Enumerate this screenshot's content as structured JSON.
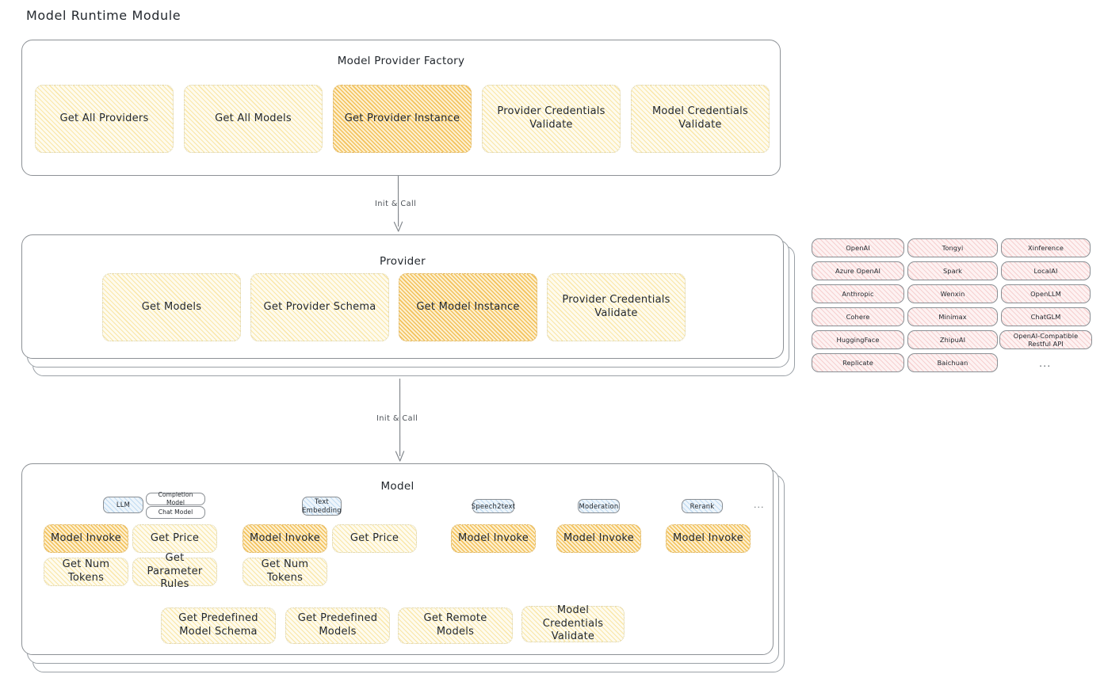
{
  "page": {
    "title": "Model Runtime Module"
  },
  "factory": {
    "title": "Model Provider Factory",
    "nodes": [
      {
        "label": "Get All Providers",
        "highlight": false
      },
      {
        "label": "Get All Models",
        "highlight": false
      },
      {
        "label": "Get Provider Instance",
        "highlight": true
      },
      {
        "label": "Provider Credentials Validate",
        "highlight": false
      },
      {
        "label": "Model Credentials Validate",
        "highlight": false
      }
    ]
  },
  "arrows": [
    {
      "label": "Init & Call"
    },
    {
      "label": "Init & Call"
    }
  ],
  "provider": {
    "title": "Provider",
    "nodes": [
      {
        "label": "Get Models",
        "highlight": false
      },
      {
        "label": "Get Provider Schema",
        "highlight": false
      },
      {
        "label": "Get Model Instance",
        "highlight": true
      },
      {
        "label": "Provider Credentials Validate",
        "highlight": false
      }
    ]
  },
  "provider_list": {
    "ellipsis": "...",
    "columns": [
      {
        "items": [
          "OpenAI",
          "Azure OpenAI",
          "Anthropic",
          "Cohere",
          "HuggingFace",
          "Replicate"
        ]
      },
      {
        "items": [
          "Tongyi",
          "Spark",
          "Wenxin",
          "Minimax",
          "ZhipuAI",
          "Baichuan"
        ]
      },
      {
        "items": [
          "Xinference",
          "LocalAI",
          "OpenLLM",
          "ChatGLM",
          "OpenAI-Compatible Restful API"
        ]
      }
    ]
  },
  "model": {
    "title": "Model",
    "ellipsis": "...",
    "types": [
      {
        "badge": "LLM",
        "sub_badges": [
          "Completion Model",
          "Chat Model"
        ],
        "methods": [
          {
            "label": "Model Invoke",
            "highlight": true
          },
          {
            "label": "Get Price",
            "highlight": false
          },
          {
            "label": "Get Num Tokens",
            "highlight": false
          },
          {
            "label": "Get Parameter Rules",
            "highlight": false
          }
        ]
      },
      {
        "badge": "Text Embedding",
        "sub_badges": [],
        "methods": [
          {
            "label": "Model Invoke",
            "highlight": true
          },
          {
            "label": "Get Price",
            "highlight": false
          },
          {
            "label": "Get Num Tokens",
            "highlight": false
          }
        ]
      },
      {
        "badge": "Speech2text",
        "sub_badges": [],
        "methods": [
          {
            "label": "Model Invoke",
            "highlight": true
          }
        ]
      },
      {
        "badge": "Moderation",
        "sub_badges": [],
        "methods": [
          {
            "label": "Model Invoke",
            "highlight": true
          }
        ]
      },
      {
        "badge": "Rerank",
        "sub_badges": [],
        "methods": [
          {
            "label": "Model Invoke",
            "highlight": true
          }
        ]
      }
    ],
    "common_methods": [
      {
        "label": "Get Predefined Model Schema"
      },
      {
        "label": "Get Predefined Models"
      },
      {
        "label": "Get Remote Models"
      },
      {
        "label": "Model Credentials Validate"
      }
    ]
  }
}
